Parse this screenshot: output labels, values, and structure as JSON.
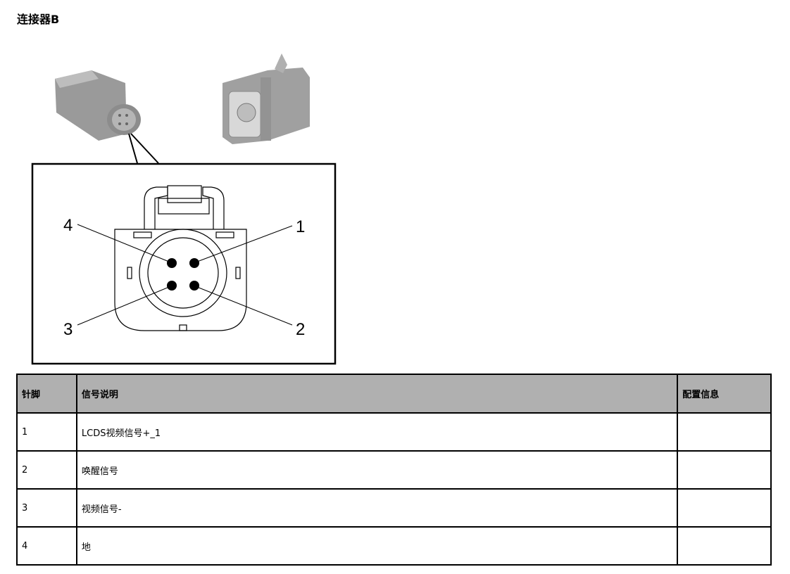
{
  "title": "连接器B",
  "diagram": {
    "pin_labels": [
      "1",
      "2",
      "3",
      "4"
    ],
    "colors": {
      "connector_body": "#a8a8a8",
      "pin": "#000000"
    }
  },
  "table": {
    "headers": [
      "针脚",
      "信号说明",
      "配置信息"
    ],
    "rows": [
      {
        "pin": "1",
        "signal": "LCDS视频信号+_1",
        "config": ""
      },
      {
        "pin": "2",
        "signal": "唤醒信号",
        "config": ""
      },
      {
        "pin": "3",
        "signal": "视频信号-",
        "config": ""
      },
      {
        "pin": "4",
        "signal": "地",
        "config": ""
      }
    ]
  }
}
